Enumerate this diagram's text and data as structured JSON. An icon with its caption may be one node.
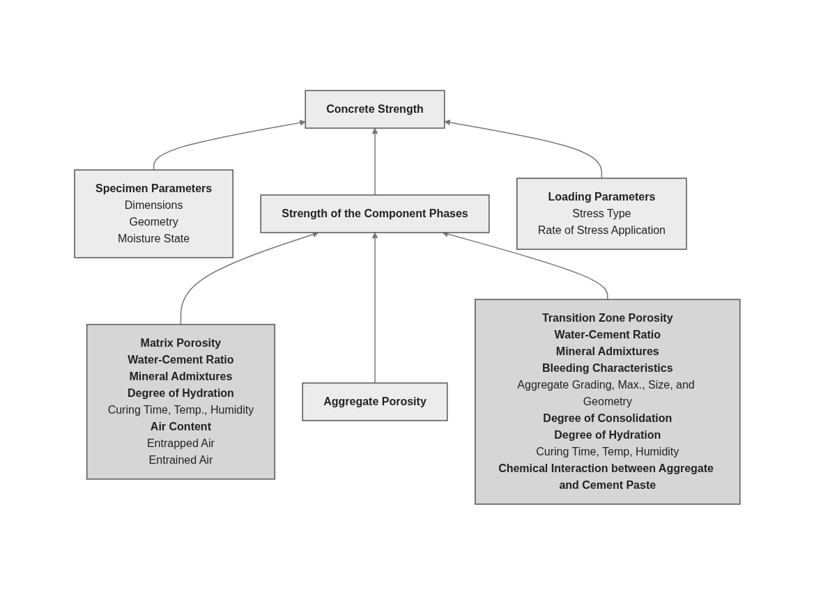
{
  "diagram": {
    "nodes": [
      {
        "text": [
          "Concrete Strength"
        ]
      },
      {
        "text": [
          "Specimen Parameters",
          "Dimensions",
          "Geometry",
          "Moisture State"
        ]
      },
      {
        "text": [
          "Strength of the Component Phases"
        ]
      },
      {
        "text": [
          "Loading Parameters",
          "Stress Type",
          "Rate of Stress Application"
        ]
      },
      {
        "text": [
          "Matrix Porosity",
          "Water-Cement Ratio",
          "Mineral Admixtures",
          "Degree of Hydration",
          "Curing Time, Temp., Humidity",
          "Air Content",
          "Entrapped Air",
          "Entrained Air"
        ]
      },
      {
        "text": [
          "Aggregate Porosity"
        ]
      },
      {
        "text": [
          "Transition Zone Porosity",
          "Water-Cement Ratio",
          "Mineral Admixtures",
          "Bleeding Characteristics",
          "Aggregate Grading, Max., Size, and Geometry",
          "Degree of Consolidation",
          "Degree of Hydration",
          "Curing Time, Temp, Humidity",
          "Chemical Interaction between Aggregate and Cement Paste"
        ]
      }
    ],
    "edges": [
      {
        "from": 1,
        "to": 0,
        "arrow": "to"
      },
      {
        "from": 2,
        "to": 0,
        "arrow": "to"
      },
      {
        "from": 3,
        "to": 0,
        "arrow": "to"
      },
      {
        "from": 4,
        "to": 2,
        "arrow": "to"
      },
      {
        "from": 5,
        "to": 2,
        "arrow": "to"
      },
      {
        "from": 6,
        "to": 2,
        "arrow": "to"
      }
    ]
  }
}
